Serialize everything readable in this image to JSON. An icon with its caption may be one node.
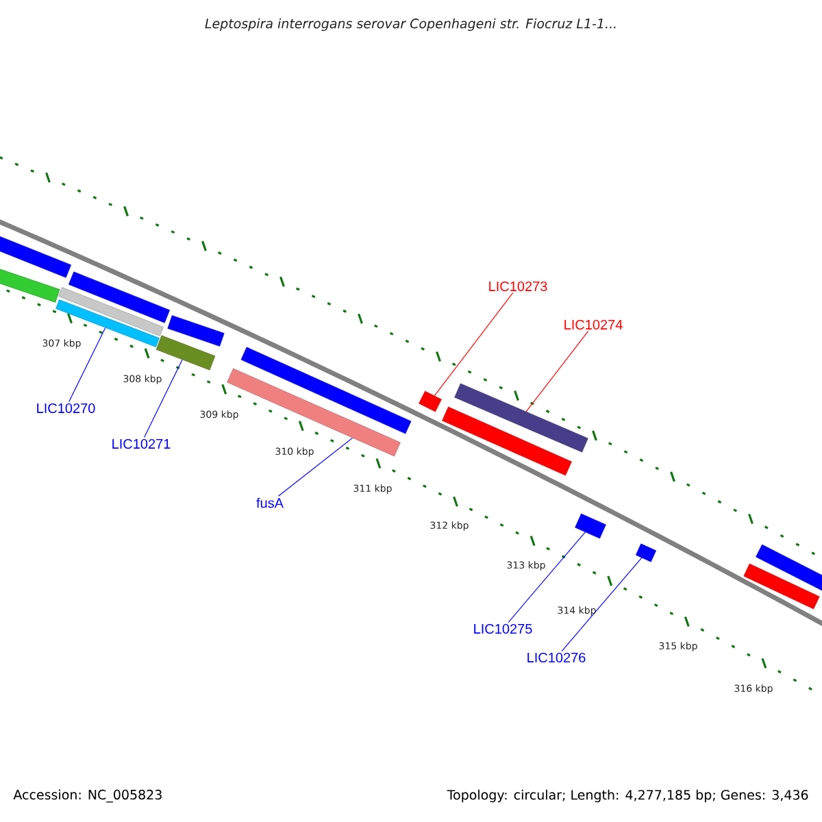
{
  "diagram": {
    "title": "Leptospira interrogans serovar Copenhageni str. Fiocruz L1-1...",
    "nodes": [
      {
        "text": [
          "LIC10270"
        ]
      },
      {
        "text": [],
        "shape": "bar"
      },
      {
        "text": [
          "LIC10271"
        ]
      },
      {
        "text": [],
        "shape": "bar"
      },
      {
        "text": [
          "fusA"
        ]
      },
      {
        "text": [],
        "shape": "bar"
      },
      {
        "text": [
          "LIC10273"
        ]
      },
      {
        "text": [],
        "shape": "bar"
      },
      {
        "text": [
          "LIC10274"
        ]
      },
      {
        "text": [],
        "shape": "bar"
      },
      {
        "text": [
          "LIC10275"
        ]
      },
      {
        "text": [],
        "shape": "bar"
      },
      {
        "text": [
          "LIC10276"
        ]
      },
      {
        "text": [],
        "shape": "bar"
      },
      {
        "text": [],
        "shape": "bar"
      },
      {
        "text": [],
        "shape": "bar"
      },
      {
        "text": [],
        "shape": "bar"
      },
      {
        "text": [],
        "shape": "bar"
      },
      {
        "text": [],
        "shape": "bar"
      },
      {
        "text": [],
        "shape": "bar"
      },
      {
        "text": [],
        "shape": "bar"
      },
      {
        "text": [],
        "shape": "bar"
      },
      {
        "text": [],
        "shape": "bar"
      }
    ],
    "edges": [
      {
        "from": 0,
        "to": 1,
        "arrow": "none"
      },
      {
        "from": 2,
        "to": 3,
        "arrow": "none"
      },
      {
        "from": 4,
        "to": 5,
        "arrow": "none"
      },
      {
        "from": 6,
        "to": 7,
        "arrow": "none",
        "color": "#ff0000"
      },
      {
        "from": 8,
        "to": 9,
        "arrow": "none",
        "color": "#ff0000"
      },
      {
        "from": 10,
        "to": 11,
        "arrow": "none"
      },
      {
        "from": 12,
        "to": 13,
        "arrow": "none"
      }
    ],
    "labels": [
      "307 kbp",
      "308 kbp",
      "309 kbp",
      "310 kbp",
      "311 kbp",
      "312 kbp",
      "313 kbp",
      "314 kbp",
      "315 kbp",
      "316 kbp",
      "Accession: NC_005823",
      "Topology: circular; Length: 4,277,185 bp; Genes: 3,436"
    ]
  }
}
